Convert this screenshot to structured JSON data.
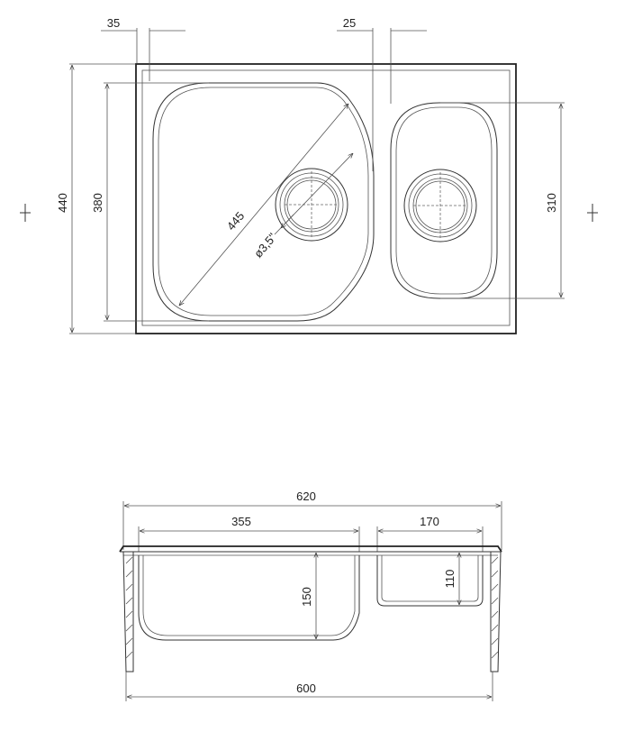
{
  "dimensions": {
    "top_left_offset": "35",
    "top_gap": "25",
    "overall_depth": "440",
    "main_bowl_depth": "380",
    "diagonal": "445",
    "drain_size": "ø3,5\"",
    "small_bowl_depth": "310",
    "overall_width": "620",
    "main_bowl_width": "355",
    "small_bowl_width": "170",
    "main_bowl_height": "150",
    "small_bowl_height": "110",
    "cutout_width": "600"
  },
  "colors": {
    "line": "#333333",
    "background": "#ffffff"
  }
}
